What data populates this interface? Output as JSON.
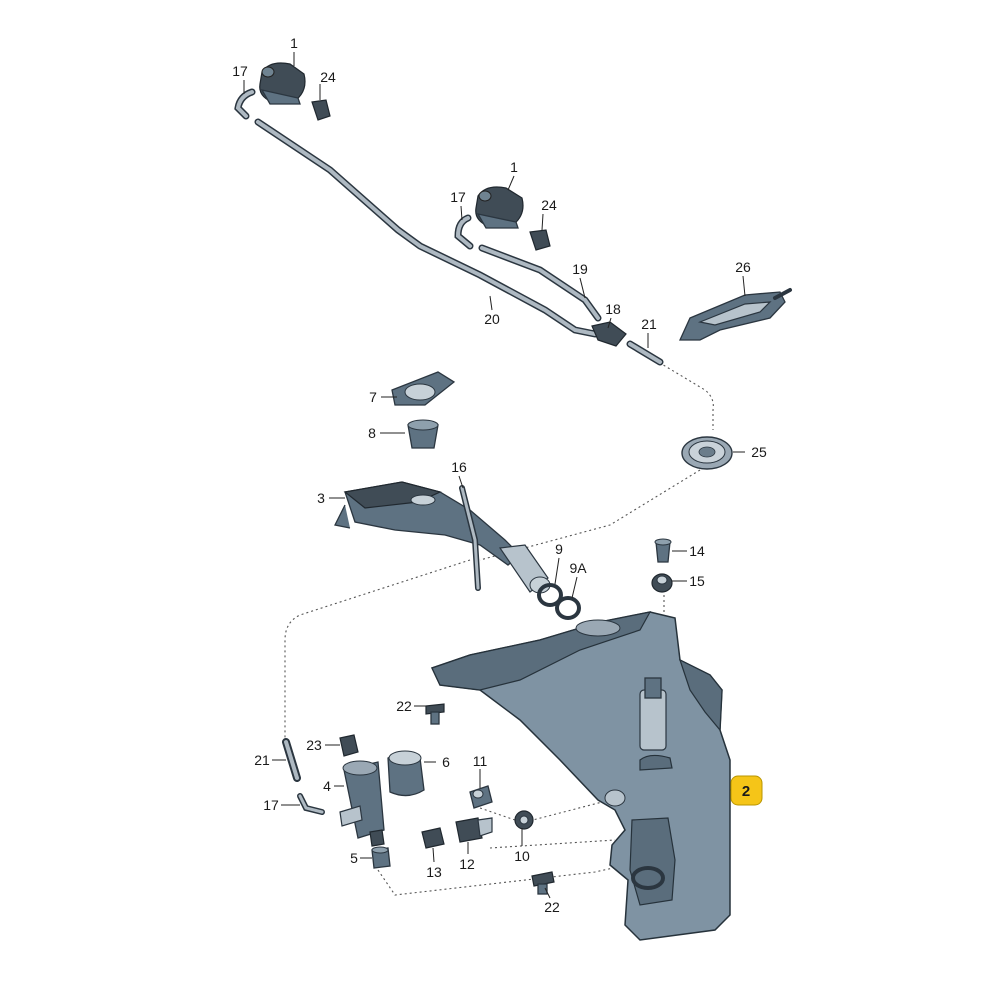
{
  "diagram": {
    "callouts": {
      "c1a": "1",
      "c17a": "17",
      "c24a": "24",
      "c1b": "1",
      "c17b": "17",
      "c24b": "24",
      "c19": "19",
      "c20": "20",
      "c18": "18",
      "c21a": "21",
      "c26": "26",
      "c7": "7",
      "c8": "8",
      "c16": "16",
      "c3": "3",
      "c25": "25",
      "c9": "9",
      "c9a": "9A",
      "c14": "14",
      "c15": "15",
      "c22a": "22",
      "c23": "23",
      "c6": "6",
      "c21b": "21",
      "c4": "4",
      "c11": "11",
      "c17c": "17",
      "c12": "12",
      "c13": "13",
      "c10": "10",
      "c5": "5",
      "c22b": "22",
      "c2": "2"
    },
    "colors": {
      "part": "#5e7282",
      "tank": "#7f93a3",
      "highlight": "#f5c518"
    }
  }
}
